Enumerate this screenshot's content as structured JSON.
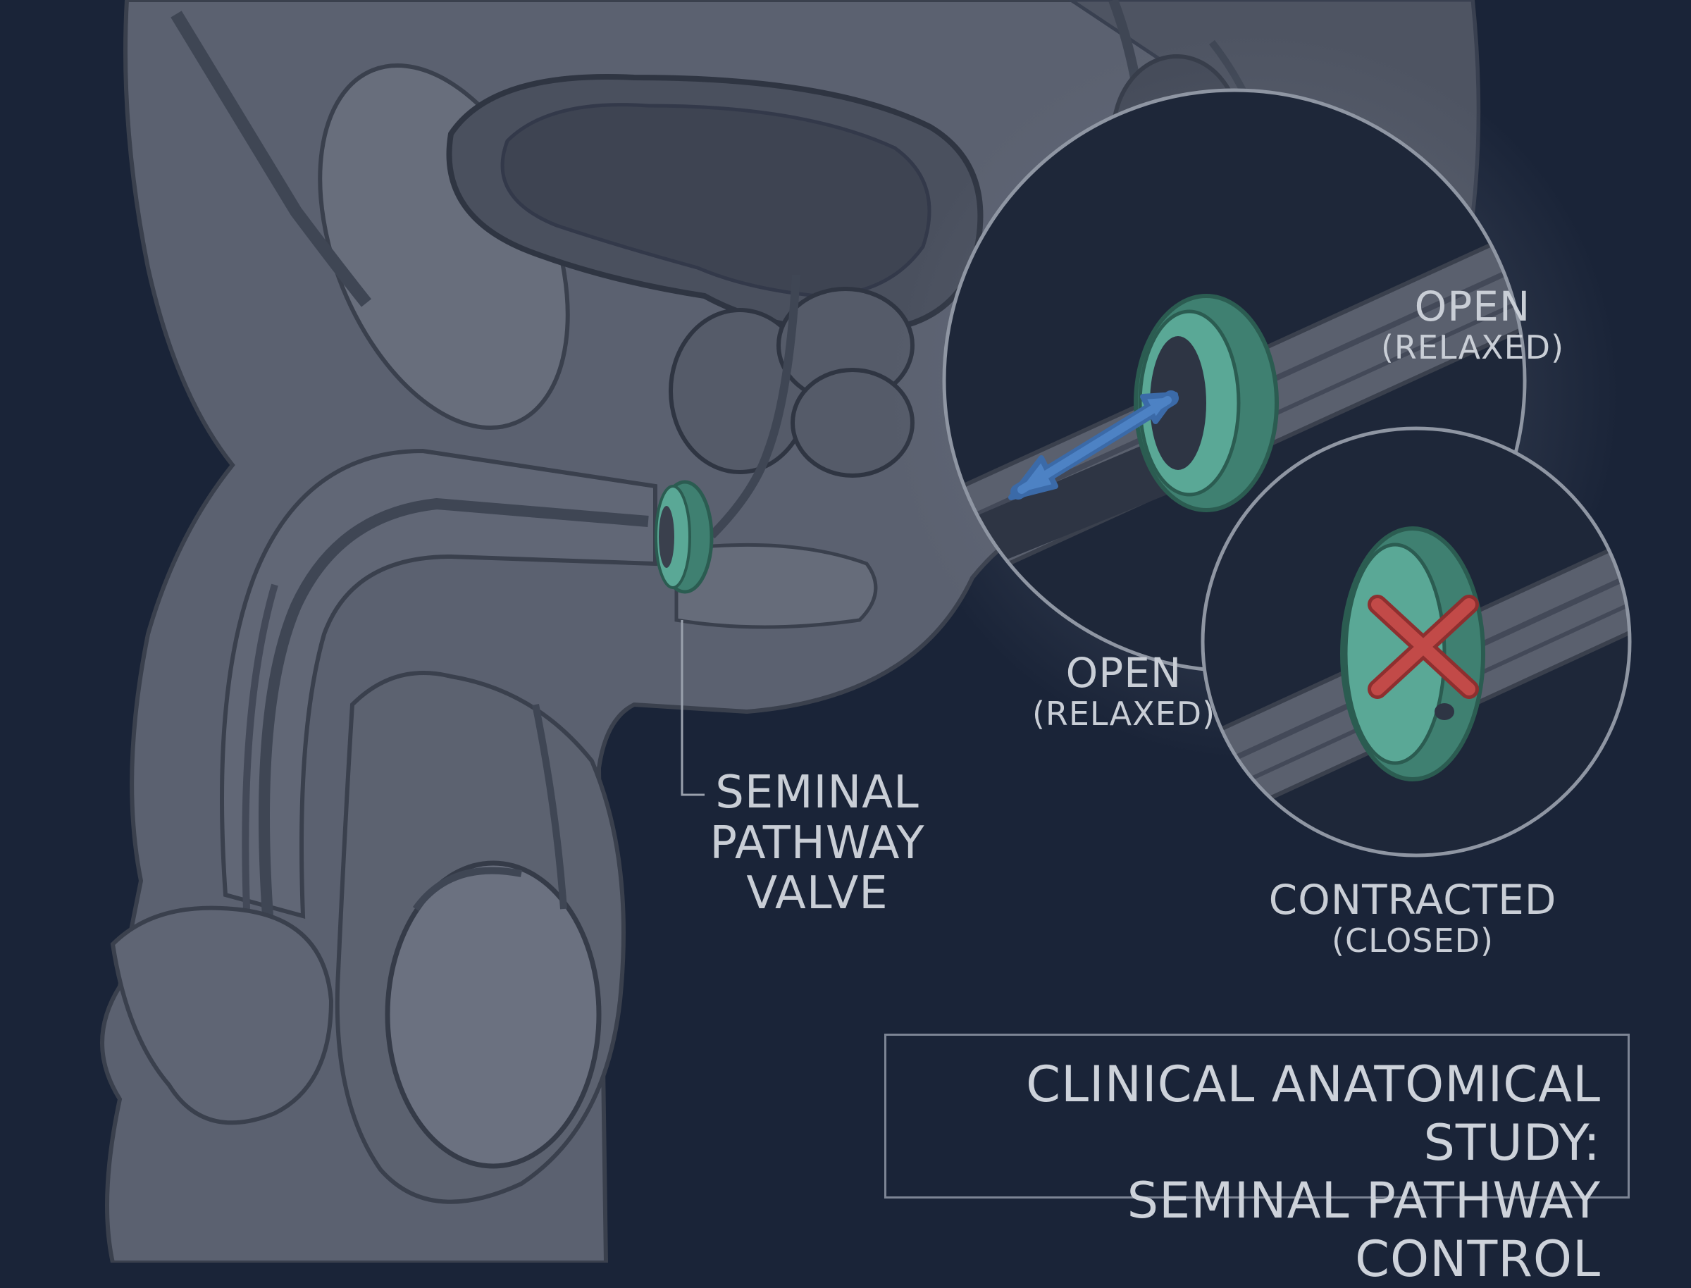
{
  "labels": {
    "valve": [
      "SEMINAL",
      "PATHWAY",
      "VALVE"
    ],
    "open_zoom": {
      "main": "OPEN",
      "sub": "(RELAXED)"
    },
    "open_side": {
      "main": "OPEN",
      "sub": "(RELAXED)"
    },
    "contracted": {
      "main": "CONTRACTED",
      "sub": "(CLOSED)"
    }
  },
  "title": [
    "CLINICAL ANATOMICAL STUDY:",
    "SEMINAL PATHWAY CONTROL"
  ],
  "colors": {
    "background": "#1a2438",
    "tissue": "#5b6170",
    "sphincter": "#4f9e8a",
    "arrow": "#4d82c4",
    "cross": "#c24a48"
  },
  "icons": [
    "double-arrow-icon",
    "x-mark-icon"
  ]
}
